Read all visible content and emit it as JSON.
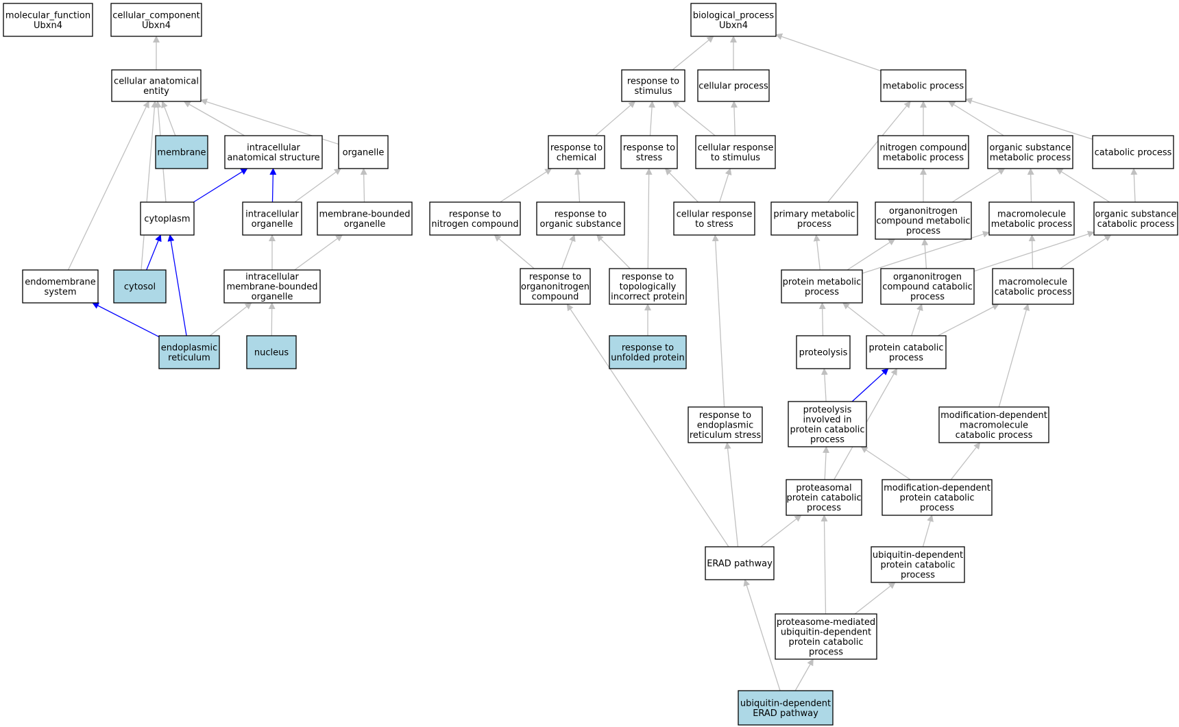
{
  "colors": {
    "default_fill": "#ffffff",
    "highlight_fill": "#add8e6",
    "edge_default": "#c0c0c0",
    "edge_highlight": "#0000ff",
    "border": "#000000"
  },
  "nodes": [
    {
      "id": "mf",
      "lines": [
        "molecular_function",
        "Ubxn4"
      ],
      "highlight": false
    },
    {
      "id": "cc",
      "lines": [
        "cellular_component",
        "Ubxn4"
      ],
      "highlight": false
    },
    {
      "id": "bp",
      "lines": [
        "biological_process",
        "Ubxn4"
      ],
      "highlight": false
    },
    {
      "id": "cae",
      "lines": [
        "cellular anatomical",
        "entity"
      ],
      "highlight": false
    },
    {
      "id": "membrane",
      "lines": [
        "membrane"
      ],
      "highlight": true
    },
    {
      "id": "ias",
      "lines": [
        "intracellular",
        "anatomical structure"
      ],
      "highlight": false
    },
    {
      "id": "organelle",
      "lines": [
        "organelle"
      ],
      "highlight": false
    },
    {
      "id": "cytoplasm",
      "lines": [
        "cytoplasm"
      ],
      "highlight": false
    },
    {
      "id": "io",
      "lines": [
        "intracellular",
        "organelle"
      ],
      "highlight": false
    },
    {
      "id": "mbo",
      "lines": [
        "membrane-bounded",
        "organelle"
      ],
      "highlight": false
    },
    {
      "id": "endo_sys",
      "lines": [
        "endomembrane",
        "system"
      ],
      "highlight": false
    },
    {
      "id": "cytosol",
      "lines": [
        "cytosol"
      ],
      "highlight": true
    },
    {
      "id": "imbo",
      "lines": [
        "intracellular",
        "membrane-bounded",
        "organelle"
      ],
      "highlight": false
    },
    {
      "id": "er",
      "lines": [
        "endoplasmic",
        "reticulum"
      ],
      "highlight": true
    },
    {
      "id": "nucleus",
      "lines": [
        "nucleus"
      ],
      "highlight": true
    },
    {
      "id": "rts",
      "lines": [
        "response to",
        "stimulus"
      ],
      "highlight": false
    },
    {
      "id": "cp",
      "lines": [
        "cellular process"
      ],
      "highlight": false
    },
    {
      "id": "mp",
      "lines": [
        "metabolic process"
      ],
      "highlight": false
    },
    {
      "id": "rtc",
      "lines": [
        "response to",
        "chemical"
      ],
      "highlight": false
    },
    {
      "id": "rtstress",
      "lines": [
        "response to",
        "stress"
      ],
      "highlight": false
    },
    {
      "id": "crts",
      "lines": [
        "cellular response",
        "to stimulus"
      ],
      "highlight": false
    },
    {
      "id": "ncmp",
      "lines": [
        "nitrogen compound",
        "metabolic process"
      ],
      "highlight": false
    },
    {
      "id": "osmp",
      "lines": [
        "organic substance",
        "metabolic process"
      ],
      "highlight": false
    },
    {
      "id": "catp",
      "lines": [
        "catabolic process"
      ],
      "highlight": false
    },
    {
      "id": "rtnc",
      "lines": [
        "response to",
        "nitrogen compound"
      ],
      "highlight": false
    },
    {
      "id": "rtos",
      "lines": [
        "response to",
        "organic substance"
      ],
      "highlight": false
    },
    {
      "id": "crtstress",
      "lines": [
        "cellular response",
        "to stress"
      ],
      "highlight": false
    },
    {
      "id": "pmp",
      "lines": [
        "primary metabolic",
        "process"
      ],
      "highlight": false
    },
    {
      "id": "oncmp",
      "lines": [
        "organonitrogen",
        "compound metabolic",
        "process"
      ],
      "highlight": false
    },
    {
      "id": "mmp",
      "lines": [
        "macromolecule",
        "metabolic process"
      ],
      "highlight": false
    },
    {
      "id": "oscp",
      "lines": [
        "organic substance",
        "catabolic process"
      ],
      "highlight": false
    },
    {
      "id": "rtonc",
      "lines": [
        "response to",
        "organonitrogen",
        "compound"
      ],
      "highlight": false
    },
    {
      "id": "rttip",
      "lines": [
        "response to",
        "topologically",
        "incorrect protein"
      ],
      "highlight": false
    },
    {
      "id": "protmp",
      "lines": [
        "protein metabolic",
        "process"
      ],
      "highlight": false
    },
    {
      "id": "onccp",
      "lines": [
        "organonitrogen",
        "compound catabolic",
        "process"
      ],
      "highlight": false
    },
    {
      "id": "mcp",
      "lines": [
        "macromolecule",
        "catabolic process"
      ],
      "highlight": false
    },
    {
      "id": "rtup",
      "lines": [
        "response to",
        "unfolded protein"
      ],
      "highlight": true
    },
    {
      "id": "proteolysis",
      "lines": [
        "proteolysis"
      ],
      "highlight": false
    },
    {
      "id": "pcp",
      "lines": [
        "protein catabolic",
        "process"
      ],
      "highlight": false
    },
    {
      "id": "rters",
      "lines": [
        "response to",
        "endoplasmic",
        "reticulum stress"
      ],
      "highlight": false
    },
    {
      "id": "pipcp",
      "lines": [
        "proteolysis",
        "involved in",
        "protein catabolic",
        "process"
      ],
      "highlight": false
    },
    {
      "id": "mdmcp",
      "lines": [
        "modification-dependent",
        "macromolecule",
        "catabolic process"
      ],
      "highlight": false
    },
    {
      "id": "ppcp",
      "lines": [
        "proteasomal",
        "protein catabolic",
        "process"
      ],
      "highlight": false
    },
    {
      "id": "mdpcp",
      "lines": [
        "modification-dependent",
        "protein catabolic",
        "process"
      ],
      "highlight": false
    },
    {
      "id": "erad",
      "lines": [
        "ERAD pathway"
      ],
      "highlight": false
    },
    {
      "id": "udpcp",
      "lines": [
        "ubiquitin-dependent",
        "protein catabolic",
        "process"
      ],
      "highlight": false
    },
    {
      "id": "pmudpcp",
      "lines": [
        "proteasome-mediated",
        "ubiquitin-dependent",
        "protein catabolic",
        "process"
      ],
      "highlight": false
    },
    {
      "id": "uderad",
      "lines": [
        "ubiquitin-dependent",
        "ERAD pathway"
      ],
      "highlight": true
    }
  ],
  "edges": [
    {
      "from": "cae",
      "to": "cc",
      "highlight": false
    },
    {
      "from": "membrane",
      "to": "cae",
      "highlight": false
    },
    {
      "from": "ias",
      "to": "cae",
      "highlight": false
    },
    {
      "from": "organelle",
      "to": "cae",
      "highlight": false
    },
    {
      "from": "cytoplasm",
      "to": "cae",
      "highlight": false
    },
    {
      "from": "endo_sys",
      "to": "cae",
      "highlight": false
    },
    {
      "from": "cytosol",
      "to": "cae",
      "highlight": false
    },
    {
      "from": "cytoplasm",
      "to": "ias",
      "highlight": true
    },
    {
      "from": "io",
      "to": "ias",
      "highlight": true
    },
    {
      "from": "io",
      "to": "organelle",
      "highlight": false
    },
    {
      "from": "mbo",
      "to": "organelle",
      "highlight": false
    },
    {
      "from": "cytosol",
      "to": "cytoplasm",
      "highlight": true
    },
    {
      "from": "er",
      "to": "cytoplasm",
      "highlight": true
    },
    {
      "from": "imbo",
      "to": "io",
      "highlight": false
    },
    {
      "from": "imbo",
      "to": "mbo",
      "highlight": false
    },
    {
      "from": "er",
      "to": "endo_sys",
      "highlight": true
    },
    {
      "from": "er",
      "to": "imbo",
      "highlight": false
    },
    {
      "from": "nucleus",
      "to": "imbo",
      "highlight": false
    },
    {
      "from": "rts",
      "to": "bp",
      "highlight": false
    },
    {
      "from": "cp",
      "to": "bp",
      "highlight": false
    },
    {
      "from": "mp",
      "to": "bp",
      "highlight": false
    },
    {
      "from": "rtc",
      "to": "rts",
      "highlight": false
    },
    {
      "from": "rtstress",
      "to": "rts",
      "highlight": false
    },
    {
      "from": "crts",
      "to": "rts",
      "highlight": false
    },
    {
      "from": "crts",
      "to": "cp",
      "highlight": false
    },
    {
      "from": "pmp",
      "to": "mp",
      "highlight": false
    },
    {
      "from": "ncmp",
      "to": "mp",
      "highlight": false
    },
    {
      "from": "osmp",
      "to": "mp",
      "highlight": false
    },
    {
      "from": "catp",
      "to": "mp",
      "highlight": false
    },
    {
      "from": "rtnc",
      "to": "rtc",
      "highlight": false
    },
    {
      "from": "rtos",
      "to": "rtc",
      "highlight": false
    },
    {
      "from": "crtstress",
      "to": "rtstress",
      "highlight": false
    },
    {
      "from": "crtstress",
      "to": "crts",
      "highlight": false
    },
    {
      "from": "oncmp",
      "to": "ncmp",
      "highlight": false
    },
    {
      "from": "oncmp",
      "to": "osmp",
      "highlight": false
    },
    {
      "from": "mmp",
      "to": "osmp",
      "highlight": false
    },
    {
      "from": "oscp",
      "to": "osmp",
      "highlight": false
    },
    {
      "from": "oscp",
      "to": "catp",
      "highlight": false
    },
    {
      "from": "rtonc",
      "to": "rtnc",
      "highlight": false
    },
    {
      "from": "rtonc",
      "to": "rtos",
      "highlight": false
    },
    {
      "from": "rttip",
      "to": "rtos",
      "highlight": false
    },
    {
      "from": "rttip",
      "to": "rtstress",
      "highlight": false
    },
    {
      "from": "rtup",
      "to": "rttip",
      "highlight": false
    },
    {
      "from": "protmp",
      "to": "pmp",
      "highlight": false
    },
    {
      "from": "protmp",
      "to": "oncmp",
      "highlight": false
    },
    {
      "from": "protmp",
      "to": "mmp",
      "highlight": false
    },
    {
      "from": "onccp",
      "to": "oncmp",
      "highlight": false
    },
    {
      "from": "onccp",
      "to": "oscp",
      "highlight": false
    },
    {
      "from": "mcp",
      "to": "mmp",
      "highlight": false
    },
    {
      "from": "mcp",
      "to": "oscp",
      "highlight": false
    },
    {
      "from": "proteolysis",
      "to": "protmp",
      "highlight": false
    },
    {
      "from": "pcp",
      "to": "protmp",
      "highlight": false
    },
    {
      "from": "pcp",
      "to": "onccp",
      "highlight": false
    },
    {
      "from": "pcp",
      "to": "mcp",
      "highlight": false
    },
    {
      "from": "pipcp",
      "to": "proteolysis",
      "highlight": false
    },
    {
      "from": "pipcp",
      "to": "pcp",
      "highlight": true
    },
    {
      "from": "mdmcp",
      "to": "mcp",
      "highlight": false
    },
    {
      "from": "rters",
      "to": "crtstress",
      "highlight": false
    },
    {
      "from": "ppcp",
      "to": "pipcp",
      "highlight": false
    },
    {
      "from": "ppcp",
      "to": "pcp",
      "highlight": false
    },
    {
      "from": "mdpcp",
      "to": "pipcp",
      "highlight": false
    },
    {
      "from": "mdpcp",
      "to": "mdmcp",
      "highlight": false
    },
    {
      "from": "erad",
      "to": "rters",
      "highlight": false
    },
    {
      "from": "erad",
      "to": "rtonc",
      "highlight": false
    },
    {
      "from": "erad",
      "to": "ppcp",
      "highlight": false
    },
    {
      "from": "udpcp",
      "to": "mdpcp",
      "highlight": false
    },
    {
      "from": "pmudpcp",
      "to": "ppcp",
      "highlight": false
    },
    {
      "from": "pmudpcp",
      "to": "udpcp",
      "highlight": false
    },
    {
      "from": "uderad",
      "to": "erad",
      "highlight": false
    },
    {
      "from": "uderad",
      "to": "pmudpcp",
      "highlight": false
    }
  ]
}
